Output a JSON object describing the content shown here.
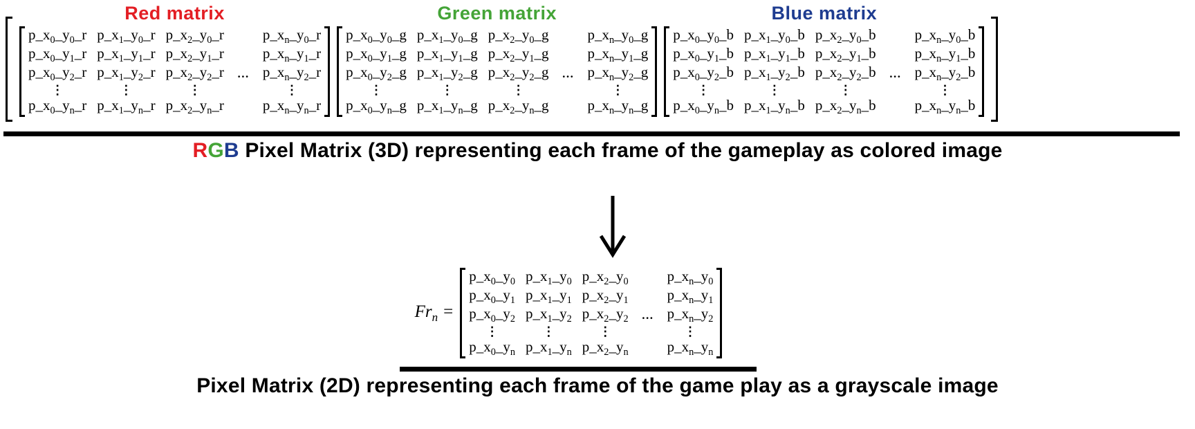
{
  "colors": {
    "red": "#e31e24",
    "green": "#44a437",
    "blue": "#1e3c90",
    "black": "#000000"
  },
  "top_section": {
    "matrices": [
      {
        "title": "Red matrix",
        "color_key": "red",
        "rows": [
          [
            "p_x0_y0_r",
            "p_x1_y0_r",
            "p_x2_y0_r",
            "",
            "p_xn_y0_r"
          ],
          [
            "p_x0_y1_r",
            "p_x1_y1_r",
            "p_x2_y1_r",
            "",
            "p_xn_y1_r"
          ],
          [
            "p_x0_y2_r",
            "p_x1_y2_r",
            "p_x2_y2_r",
            "…",
            "p_xn_y2_r"
          ],
          [
            "⋮",
            "⋮",
            "⋮",
            "",
            "⋮"
          ],
          [
            "p_x0_yn_r",
            "p_x1_yn_r",
            "p_x2_yn_r",
            "",
            "p_xn_yn_r"
          ]
        ]
      },
      {
        "title": "Green matrix",
        "color_key": "green",
        "rows": [
          [
            "p_x0_y0_g",
            "p_x1_y0_g",
            "p_x2_y0_g",
            "",
            "p_xn_y0_g"
          ],
          [
            "p_x0_y1_g",
            "p_x1_y1_g",
            "p_x2_y1_g",
            "",
            "p_xn_y1_g"
          ],
          [
            "p_x0_y2_g",
            "p_x1_y2_g",
            "p_x2_y2_g",
            "…",
            "p_xn_y2_g"
          ],
          [
            "⋮",
            "⋮",
            "⋮",
            "",
            "⋮"
          ],
          [
            "p_x0_yn_g",
            "p_x1_yn_g",
            "p_x2_yn_g",
            "",
            "p_xn_yn_g"
          ]
        ]
      },
      {
        "title": "Blue matrix",
        "color_key": "blue",
        "rows": [
          [
            "p_x0_y0_b",
            "p_x1_y0_b",
            "p_x2_y0_b",
            "",
            "p_xn_y0_b"
          ],
          [
            "p_x0_y1_b",
            "p_x1_y1_b",
            "p_x2_y1_b",
            "",
            "p_xn_y1_b"
          ],
          [
            "p_x0_y2_b",
            "p_x1_y2_b",
            "p_x2_y2_b",
            "…",
            "p_xn_y2_b"
          ],
          [
            "⋮",
            "⋮",
            "⋮",
            "",
            "⋮"
          ],
          [
            "p_x0_yn_b",
            "p_x1_yn_b",
            "p_x2_yn_b",
            "",
            "p_xn_yn_b"
          ]
        ]
      }
    ],
    "caption_segments": [
      {
        "text": "R",
        "color_key": "red"
      },
      {
        "text": "G",
        "color_key": "green"
      },
      {
        "text": "B",
        "color_key": "blue"
      },
      {
        "text": " Pixel Matrix (3D) representing each frame of the gameplay as colored image",
        "color_key": "black"
      }
    ]
  },
  "transform": {
    "arrow_icon": "down-arrow"
  },
  "bottom_section": {
    "equation_label": "Fr",
    "equation_subscript": "n",
    "equation_operator": "=",
    "matrix_rows": [
      [
        "p_x0_y0",
        "p_x1_y0",
        "p_x2_y0",
        "",
        "p_xn_y0"
      ],
      [
        "p_x0_y1",
        "p_x1_y1",
        "p_x2_y1",
        "",
        "p_xn_y1"
      ],
      [
        "p_x0_y2",
        "p_x1_y2",
        "p_x2_y2",
        "…",
        "p_xn_y2"
      ],
      [
        "⋮",
        "⋮",
        "⋮",
        "",
        "⋮"
      ],
      [
        "p_x0_yn",
        "p_x1_yn",
        "p_x2_yn",
        "",
        "p_xn_yn"
      ]
    ],
    "caption": "Pixel Matrix (2D) representing each frame of the game play as a grayscale image"
  }
}
